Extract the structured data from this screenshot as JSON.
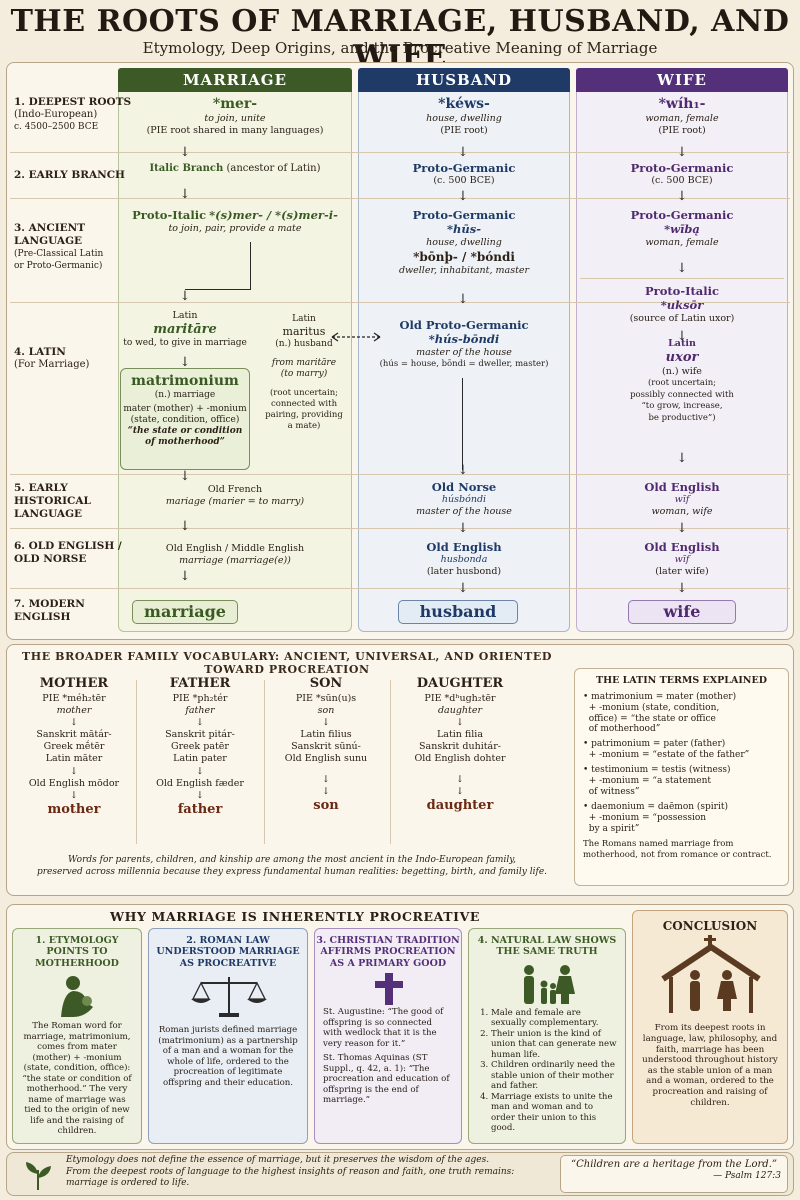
{
  "title": "THE ROOTS OF MARRIAGE, HUSBAND, AND WIFE",
  "subtitle": "Etymology, Deep Origins, and the Procreative Meaning of Marriage",
  "columns": {
    "marriage": "MARRIAGE",
    "husband": "HUSBAND",
    "wife": "WIFE"
  },
  "rows": {
    "r1": {
      "a": "1. DEEPEST ROOTS",
      "b": "(Indo-European)",
      "c": "c. 4500–2500 BCE"
    },
    "r2": {
      "a": "2. EARLY BRANCH"
    },
    "r3": {
      "a": "3. ANCIENT",
      "b": "LANGUAGE",
      "c": "(Pre-Classical Latin",
      "d": "or Proto-Germanic)"
    },
    "r4": {
      "a": "4. LATIN",
      "b": "(For Marriage)"
    },
    "r5": {
      "a": "5. EARLY",
      "b": "HISTORICAL",
      "c": "LANGUAGE"
    },
    "r6": {
      "a": "6. OLD ENGLISH /",
      "b": "OLD NORSE"
    },
    "r7": {
      "a": "7. MODERN",
      "b": "ENGLISH"
    }
  },
  "marriage": {
    "root": "*mer-",
    "root_gloss": "to join, unite",
    "root_note": "(PIE root shared in many languages)",
    "branch": "Italic Branch",
    "branch_note": "(ancestor of Latin)",
    "ancient_a": "Proto-Italic",
    "ancient_b": "*(s)mer- / *(s)mer-i-",
    "ancient_gloss": "to join, pair, provide a mate",
    "latin1_a": "Latin",
    "latin1_b": "maritāre",
    "latin1_c": "to wed, to give in marriage",
    "latin2_a": "Latin",
    "latin2_b": "maritus",
    "latin2_c": "(n.) husband",
    "latin2_d": "from maritāre",
    "latin2_e": "(to marry)",
    "latin2_f": "(root uncertain;",
    "latin2_g": "connected with",
    "latin2_h": "pairing, providing",
    "latin2_i": "a mate)",
    "mat_a": "matrimonium",
    "mat_b": "(n.) marriage",
    "mat_c": "mater (mother) + -monium",
    "mat_d": "(state, condition, office)",
    "mat_e": "“the state or condition",
    "mat_f": "of motherhood”",
    "early_a": "Old French",
    "early_b": "mariage (marier = to marry)",
    "oe_a": "Old English / Middle English",
    "oe_b": "marriage (marriage(e))",
    "modern": "marriage"
  },
  "husband": {
    "root": "*kéws-",
    "root_gloss": "house, dwelling",
    "root_note": "(PIE root)",
    "branch": "Proto-Germanic",
    "branch_note": "(c. 500 BCE)",
    "ancient_a": "Proto-Germanic",
    "ancient_b": "*hūs-",
    "ancient_c": "house, dwelling",
    "ancient_d": "*bōnþ- / *bóndi",
    "ancient_e": "dweller, inhabitant, master",
    "latin_a": "Old Proto-Germanic",
    "latin_b": "*hús-bōndi",
    "latin_c": "master of the house",
    "latin_d": "(hús = house, bōndi = dweller, master)",
    "early_a": "Old Norse",
    "early_b": "húsbóndi",
    "early_c": "master of the house",
    "oe_a": "Old English",
    "oe_b": "husbonda",
    "oe_c": "(later husbond)",
    "modern": "husband"
  },
  "wife": {
    "root": "*wíh₁-",
    "root_gloss": "woman, female",
    "root_note": "(PIE root)",
    "branch": "Proto-Germanic",
    "branch_note": "(c. 500 BCE)",
    "ancient_a": "Proto-Germanic",
    "ancient_b": "*wībą",
    "ancient_c": "woman, female",
    "latin_a": "Proto-Italic",
    "latin_b": "*uksōr",
    "latin_c": "(source of Latin uxor)",
    "latin_d": "Latin",
    "latin_e": "uxor",
    "latin_f": "(n.) wife",
    "latin_g": "(root uncertain;",
    "latin_h": "possibly connected with",
    "latin_i": "“to grow, increase,",
    "latin_j": "be productive”)",
    "early_a": "Old English",
    "early_b": "wīf",
    "early_c": "woman, wife",
    "oe_a": "Old English",
    "oe_b": "wīf",
    "oe_c": "(later wife)",
    "modern": "wife"
  },
  "family": {
    "title": "THE BROADER FAMILY VOCABULARY: ANCIENT, UNIVERSAL, AND ORIENTED TOWARD PROCREATION",
    "mother": {
      "hd": "MOTHER",
      "l1": "PIE *méh₂tēr",
      "l2": "mother",
      "l3": "Sanskrit mātár-",
      "l4": "Greek mḗtēr",
      "l5": "Latin māter",
      "l6": "Old English mōdor",
      "end": "mother"
    },
    "father": {
      "hd": "FATHER",
      "l1": "PIE *ph₂tér",
      "l2": "father",
      "l3": "Sanskrit pitár-",
      "l4": "Greek patēr",
      "l5": "Latin pater",
      "l6": "Old English fæder",
      "end": "father"
    },
    "son": {
      "hd": "SON",
      "l1": "PIE *sūn(u)s",
      "l2": "son",
      "l3": "Latin filius",
      "l4": "Sanskrit sūnú-",
      "l5": "Old English sunu",
      "end": "son"
    },
    "daughter": {
      "hd": "DAUGHTER",
      "l1": "PIE *dʰugh₂tēr",
      "l2": "daughter",
      "l3": "Latin filia",
      "l4": "Sanskrit duhitár-",
      "l5": "Old English dohter",
      "end": "daughter"
    },
    "note1": "Words for parents, children, and kinship are among the most ancient in the Indo-European family,",
    "note2": "preserved across millennia because they express fundamental human realities: begetting, birth, and family life."
  },
  "latin_terms": {
    "title": "THE LATIN TERMS EXPLAINED",
    "t1a": "matrimonium = mater (mother)",
    "t1b": "+ -monium (state, condition,",
    "t1c": "office) = “the state or office",
    "t1d": "of motherhood”",
    "t2a": "patrimonium = pater (father)",
    "t2b": "+ -monium = “estate of the father”",
    "t3a": "testimonium = testis (witness)",
    "t3b": "+ -monium = “a statement",
    "t3c": "of witness”",
    "t4a": "daemonium = daēmon (spirit)",
    "t4b": "+ -monium = “possession",
    "t4c": "by a spirit”",
    "note": "The Romans named marriage from motherhood, not from romance or contract."
  },
  "why": {
    "title": "WHY MARRIAGE IS INHERENTLY PROCREATIVE",
    "b1h": "1. ETYMOLOGY POINTS TO MOTHERHOOD",
    "b1t": "The Roman word for marriage, matrimonium, comes from mater (mother) + -monium (state, condition, office): “the state or condition of motherhood.” The very name of marriage was tied to the origin of new life and the raising of children.",
    "b2h": "2. ROMAN LAW UNDERSTOOD MARRIAGE AS PROCREATIVE",
    "b2t": "Roman jurists defined marriage (matrimonium) as a partnership of a man and a woman for the whole of life, ordered to the procreation of legitimate offspring and their education.",
    "b3h": "3. CHRISTIAN TRADITION AFFIRMS PROCREATION AS A PRIMARY GOOD",
    "b3t1": "St. Augustine: “The good of offspring is so connected with wedlock that it is the very reason for it.”",
    "b3t2": "St. Thomas Aquinas (ST Suppl., q. 42, a. 1): “The procreation and education of offspring is the end of marriage.”",
    "b4h": "4. NATURAL LAW SHOWS THE SAME TRUTH",
    "b4i1": "Male and female are sexually complementary.",
    "b4i2": "Their union is the kind of union that can generate new human life.",
    "b4i3": "Children ordinarily need the stable union of their mother and father.",
    "b4i4": "Marriage exists to unite the man and woman and to order their union to this good.",
    "b5h": "CONCLUSION",
    "b5t": "From its deepest roots in language, law, philosophy, and faith, marriage has been understood throughout history as the stable union of a man and a woman, ordered to the procreation and raising of children."
  },
  "footer": {
    "l1": "Etymology does not define the essence of marriage, but it preserves the wisdom of the ages.",
    "l2": "From the deepest roots of language to the highest insights of reason and faith, one truth remains:",
    "l3": "marriage is ordered to life.",
    "quote": "“Children are a heritage from the Lord.”",
    "cite": "— Psalm 127:3"
  },
  "colors": {
    "marriage": "#3d5a26",
    "husband": "#1f3a66",
    "wife": "#55307a"
  }
}
